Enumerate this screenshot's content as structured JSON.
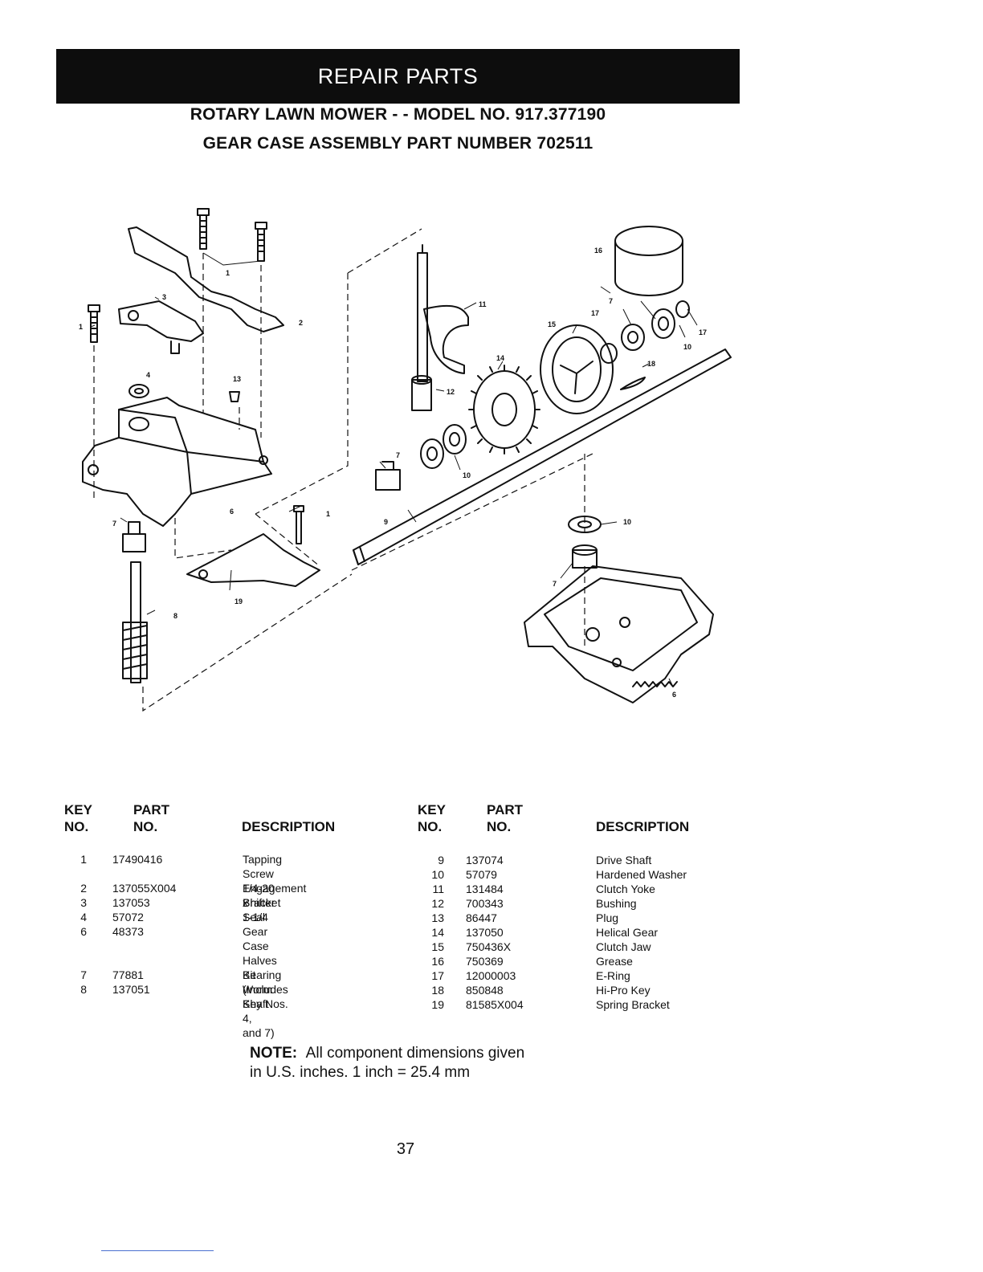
{
  "banner": "REPAIR PARTS",
  "title_line1": "ROTARY LAWN MOWER - - MODEL NO. 917.377190",
  "title_line2": "GEAR CASE ASSEMBLY PART NUMBER 702511",
  "diagram_callouts": [
    "1",
    "1",
    "1",
    "2",
    "3",
    "4",
    "6",
    "6",
    "7",
    "7",
    "7",
    "7",
    "8",
    "9",
    "10",
    "10",
    "10",
    "11",
    "12",
    "13",
    "14",
    "15",
    "16",
    "17",
    "17",
    "18",
    "19"
  ],
  "table_headers": {
    "key_line1": "KEY",
    "key_line2": "NO.",
    "part_line1": "PART",
    "part_line2": "NO.",
    "description": "DESCRIPTION"
  },
  "parts_left": [
    {
      "key": "1",
      "part": "17490416",
      "desc": "Tapping Screw  1/4-20 x\n1-1/4"
    },
    {
      "key": "2",
      "part": "137055X004",
      "desc": "Engagement Bracket"
    },
    {
      "key": "3",
      "part": "137053",
      "desc": "Shifter"
    },
    {
      "key": "4",
      "part": "57072",
      "desc": "Seal"
    },
    {
      "key": "6",
      "part": "48373",
      "desc": "Gear Case Halves Kit\n(Includes Key Nos. 4,\nand 7)"
    },
    {
      "key": "7",
      "part": "77881",
      "desc": "Bearing"
    },
    {
      "key": "8",
      "part": "137051",
      "desc": "Worm Shaft"
    }
  ],
  "parts_right": [
    {
      "key": "9",
      "part": "137074",
      "desc": "Drive Shaft"
    },
    {
      "key": "10",
      "part": "57079",
      "desc": "Hardened Washer"
    },
    {
      "key": "11",
      "part": "131484",
      "desc": "Clutch Yoke"
    },
    {
      "key": "12",
      "part": "700343",
      "desc": "Bushing"
    },
    {
      "key": "13",
      "part": "86447",
      "desc": "Plug"
    },
    {
      "key": "14",
      "part": "137050",
      "desc": "Helical Gear"
    },
    {
      "key": "15",
      "part": "750436X",
      "desc": "Clutch Jaw"
    },
    {
      "key": "16",
      "part": "750369",
      "desc": "Grease"
    },
    {
      "key": "17",
      "part": "12000003",
      "desc": "E-Ring"
    },
    {
      "key": "18",
      "part": "850848",
      "desc": "Hi-Pro Key"
    },
    {
      "key": "19",
      "part": "81585X004",
      "desc": "Spring Bracket"
    }
  ],
  "note_label": "NOTE:",
  "note_line1": "All component dimensions given",
  "note_line2": "in U.S. inches. 1 inch = 25.4 mm",
  "page_number": "37"
}
